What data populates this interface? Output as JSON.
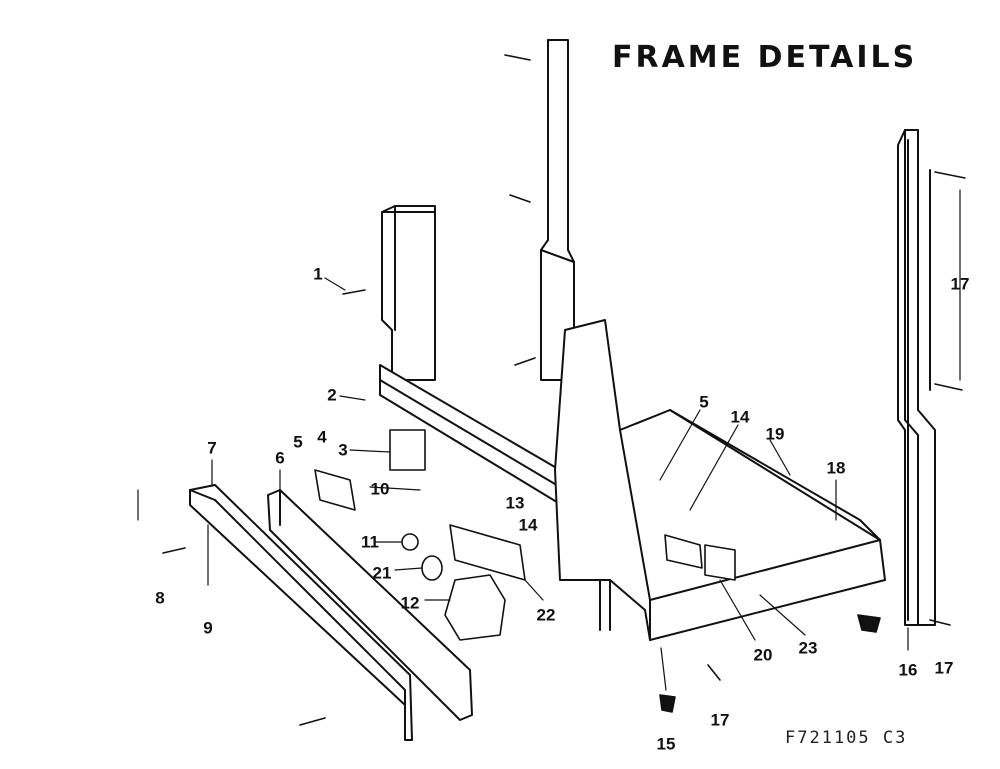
{
  "title": "FRAME DETAILS",
  "reference_code": "F721105 C3",
  "callouts": [
    "1",
    "2",
    "3",
    "4",
    "5",
    "10",
    "6",
    "7",
    "8",
    "9",
    "11",
    "21",
    "12",
    "13",
    "14",
    "22",
    "5",
    "14",
    "19",
    "18",
    "20",
    "23",
    "17",
    "15",
    "17",
    "16",
    "17"
  ],
  "colors": {
    "ink": "#111111",
    "paper": "#ffffff"
  }
}
